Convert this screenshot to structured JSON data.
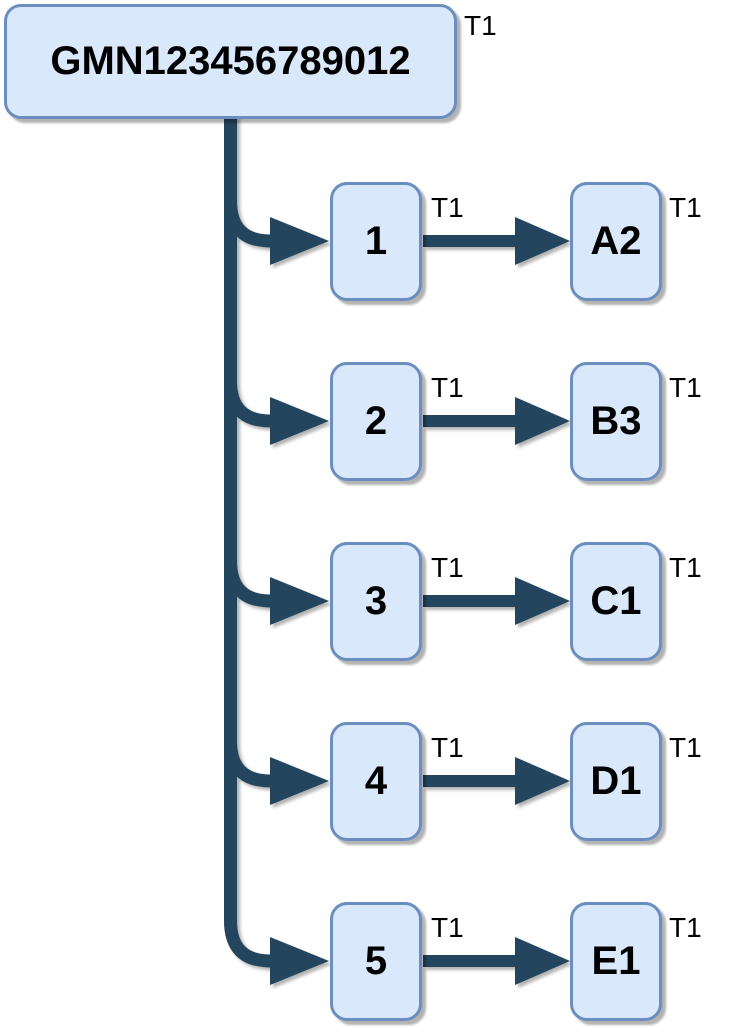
{
  "diagram": {
    "root": {
      "label": "GMN123456789012",
      "tag": "T1"
    },
    "rows": [
      {
        "source": "1",
        "source_tag": "T1",
        "target": "A2",
        "target_tag": "T1"
      },
      {
        "source": "2",
        "source_tag": "T1",
        "target": "B3",
        "target_tag": "T1"
      },
      {
        "source": "3",
        "source_tag": "T1",
        "target": "C1",
        "target_tag": "T1"
      },
      {
        "source": "4",
        "source_tag": "T1",
        "target": "D1",
        "target_tag": "T1"
      },
      {
        "source": "5",
        "source_tag": "T1",
        "target": "E1",
        "target_tag": "T1"
      }
    ],
    "colors": {
      "node_fill": "#DAE8FC",
      "node_border": "#6C8EBF",
      "connector": "#23455E",
      "label": "#000000"
    }
  }
}
